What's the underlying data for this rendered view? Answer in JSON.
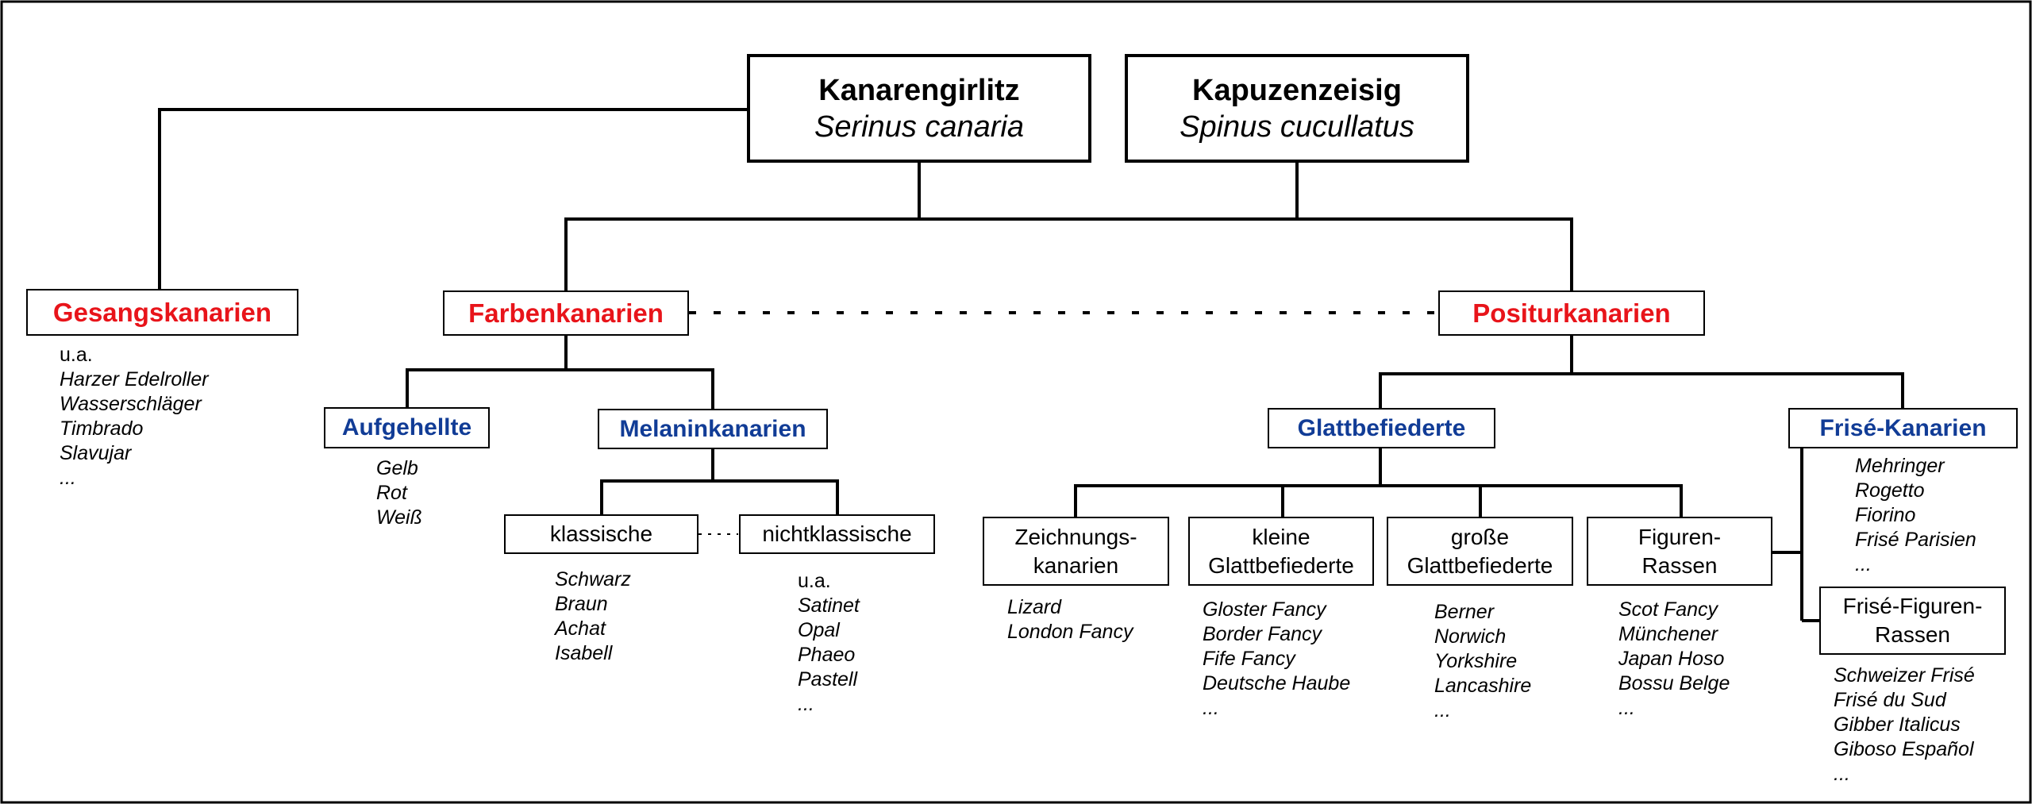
{
  "species": {
    "canary": {
      "name": "Kanarengirlitz",
      "latin": "Serinus canaria"
    },
    "siskin": {
      "name": "Kapuzenzeisig",
      "latin": "Spinus cucullatus"
    }
  },
  "categories": {
    "gesang": "Gesangskanarien",
    "farben": "Farbenkanarien",
    "positur": "Positurkanarien"
  },
  "subcategories": {
    "aufgehellte": "Aufgehellte",
    "melanin": "Melaninkanarien",
    "glatt": "Glattbefiederte",
    "frise": "Frisé-Kanarien"
  },
  "nodes": {
    "klassische": "klassische",
    "nichtklassische": "nichtklassische",
    "zeichnungs": [
      "Zeichnungs-",
      "kanarien"
    ],
    "kleine": [
      "kleine",
      "Glattbefiederte"
    ],
    "grosse": [
      "große",
      "Glattbefiederte"
    ],
    "figuren": [
      "Figuren-",
      "Rassen"
    ],
    "frise_figuren": [
      "Frisé-Figuren-",
      "Rassen"
    ]
  },
  "lists": {
    "gesang": [
      "u.a.",
      "Harzer Edelroller",
      "Wasserschläger",
      "Timbrado",
      "Slavujar",
      "..."
    ],
    "aufgehellte": [
      "Gelb",
      "Rot",
      "Weiß"
    ],
    "klassische": [
      "Schwarz",
      "Braun",
      "Achat",
      "Isabell"
    ],
    "nichtklassische": [
      "u.a.",
      "Satinet",
      "Opal",
      "Phaeo",
      "Pastell",
      "..."
    ],
    "zeichnungs": [
      "Lizard",
      "London Fancy"
    ],
    "kleine": [
      "Gloster Fancy",
      "Border Fancy",
      "Fife Fancy",
      "Deutsche Haube",
      "..."
    ],
    "grosse": [
      "Berner",
      "Norwich",
      "Yorkshire",
      "Lancashire",
      "..."
    ],
    "figuren": [
      "Scot Fancy",
      "Münchener",
      "Japan Hoso",
      "Bossu Belge",
      "..."
    ],
    "frise": [
      "Mehringer",
      "Rogetto",
      "Fiorino",
      "Frisé Parisien",
      "..."
    ],
    "frise_figuren": [
      "Schweizer Frisé",
      "Frisé du Sud",
      "Gibber Italicus",
      "Giboso Español",
      "..."
    ]
  }
}
